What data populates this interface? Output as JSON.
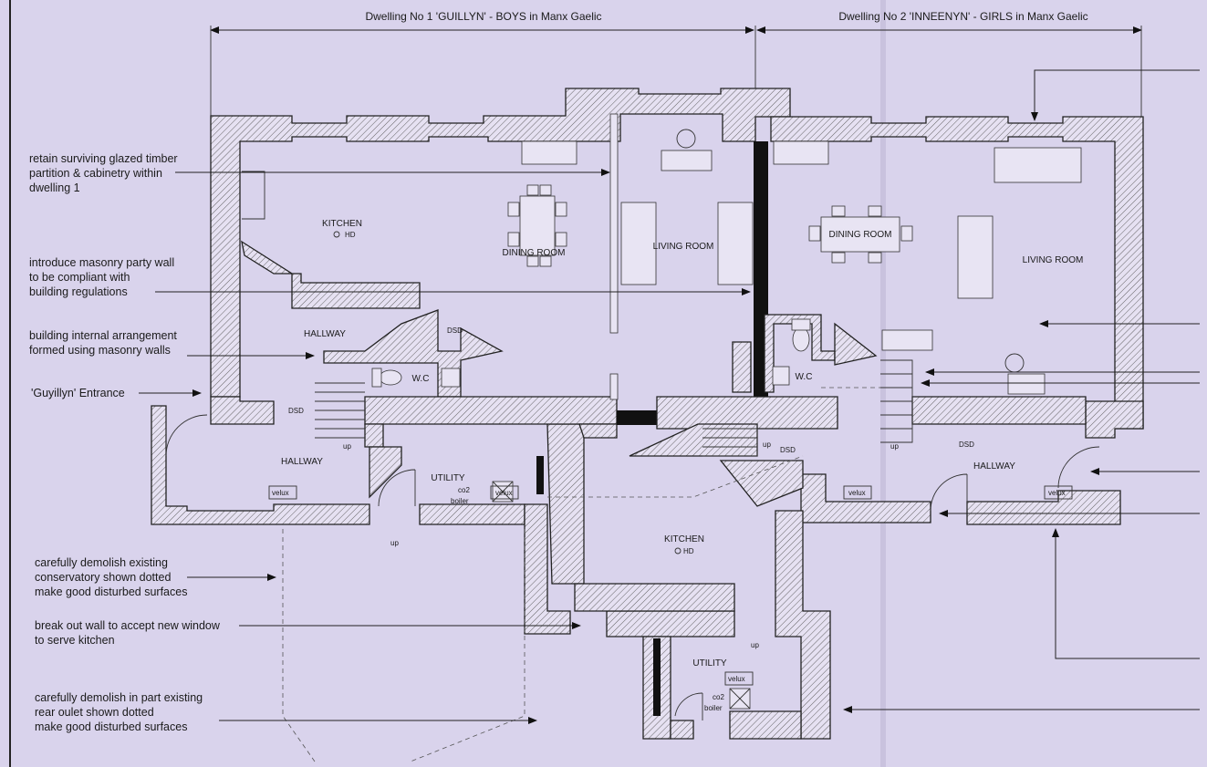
{
  "titles": {
    "dwelling1": "Dwelling No 1 'GUILLYN' - BOYS in Manx Gaelic",
    "dwelling2": "Dwelling No 2 'INNEENYN' - GIRLS in Manx Gaelic"
  },
  "notes": {
    "glazed": [
      "retain surviving glazed timber",
      "partition & cabinetry within",
      "dwelling 1"
    ],
    "party": [
      "introduce masonry party wall",
      "to be compliant with",
      "building regulations"
    ],
    "internal": [
      "building internal arrangement",
      "formed using masonry walls"
    ],
    "entrance": "'Guyillyn' Entrance",
    "conservatory": [
      "carefully demolish existing",
      "conservatory shown dotted",
      "make good disturbed surfaces"
    ],
    "breakout": [
      "break out wall to accept new window",
      "to serve kitchen"
    ],
    "rear": [
      "carefully demolish in part existing",
      "rear oulet shown dotted",
      "make good disturbed surfaces"
    ]
  },
  "rooms": {
    "kitchen1": "KITCHEN",
    "hd1": "HD",
    "dining1": "DINING ROOM",
    "living1": "LIVING ROOM",
    "hallway1": "HALLWAY",
    "hallway1b": "HALLWAY",
    "wc1": "W.C",
    "utility1": "UTILITY",
    "dining2": "DINING ROOM",
    "living2": "LIVING ROOM",
    "wc2": "W.C",
    "hallway2": "HALLWAY",
    "kitchen2": "KITCHEN",
    "hd2": "HD",
    "utility2": "UTILITY"
  },
  "labels": {
    "dsd": "DSD",
    "up": "up",
    "velux": "velux",
    "co2": "co2",
    "boiler": "boiler"
  }
}
